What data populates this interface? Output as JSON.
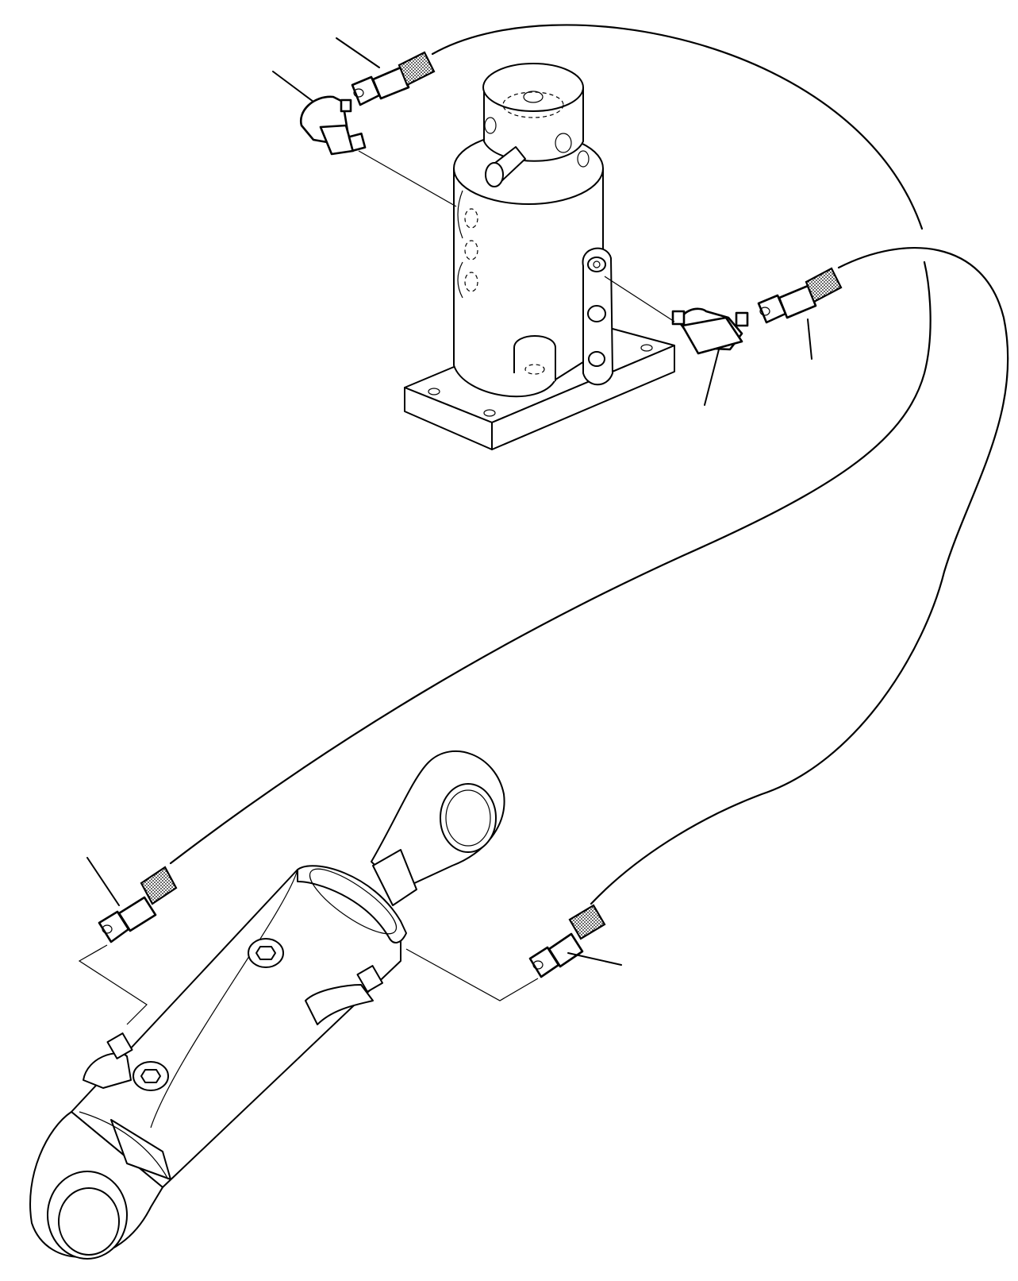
{
  "diagram": {
    "type": "exploded hydraulic parts diagram",
    "components": [
      {
        "id": "swivel-joint",
        "icon": "swivel-joint-icon"
      },
      {
        "id": "hydraulic-cylinder",
        "icon": "hydraulic-cylinder-icon"
      },
      {
        "id": "hose-1",
        "icon": "hydraulic-hose-icon"
      },
      {
        "id": "hose-2",
        "icon": "hydraulic-hose-icon"
      },
      {
        "id": "elbow-fitting-upper-left",
        "icon": "elbow-fitting-icon"
      },
      {
        "id": "elbow-fitting-right",
        "icon": "elbow-fitting-icon"
      },
      {
        "id": "hose-end-fittings",
        "count": 4,
        "icon": "hose-end-fitting-icon"
      }
    ],
    "leader_lines": 6,
    "colors": {
      "line": "#000000",
      "background": "#ffffff"
    }
  }
}
